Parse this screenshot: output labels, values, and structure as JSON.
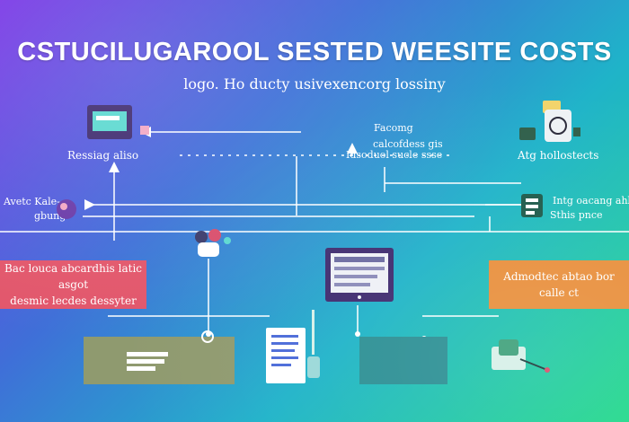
{
  "header": {
    "title": "CSTUCILUGAROOL SESTED WEESITE COSTS",
    "subtitle": "logo. Ho ducty usivexencorg lossiny"
  },
  "labels": {
    "top_left": "Ressiag aliso",
    "center_top": "Facomg",
    "center_mid_1": "calcofdess gis",
    "center_mid_2": "Idsoduol sucle ssse",
    "right_top": "Atg hollostects",
    "left_mid_1": "Avetc Kale-",
    "left_mid_2": "gbung",
    "right_mid_1": "Intg oacang ahle",
    "right_mid_2": "Sthis pnce"
  },
  "boxes": {
    "left_line1": "Bac louca abcardhis latic asgot",
    "left_line2": "desmic lecdes dessyter",
    "right_text": "Admodtec abtao bor calle ct"
  },
  "colors": {
    "box_left": "#e2566b",
    "box_right": "#e88f3c",
    "card_olive": "#8f9a6f",
    "card_teal": "#2b8f94",
    "line": "#ffffff"
  },
  "icons": [
    "monitor-icon",
    "robot-icon",
    "puzzle-icon",
    "ball-icon",
    "people-icon",
    "laptop-icon",
    "document-icon",
    "gear-icon",
    "handshake-icon"
  ]
}
